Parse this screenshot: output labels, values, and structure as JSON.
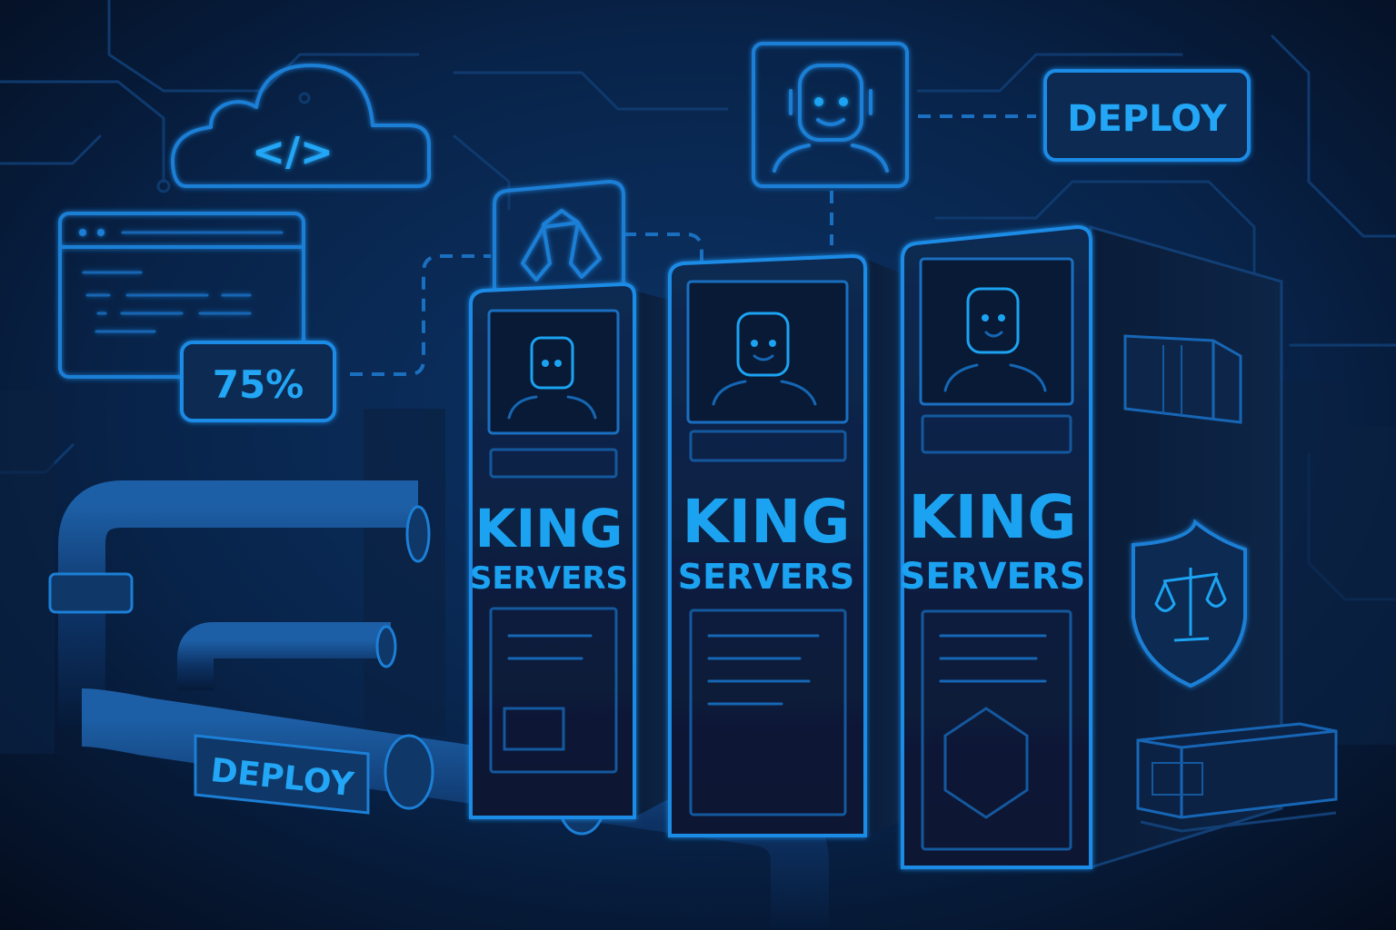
{
  "labels": {
    "progress_badge": "75%",
    "deploy_badge": "DEPLOY",
    "pipe_label": "DEPLOY",
    "cloud_code": "</>"
  },
  "progress": {
    "percent": 75
  },
  "servers": [
    {
      "brand": "KING",
      "subtitle": "SERVERS"
    },
    {
      "brand": "KING",
      "subtitle": "SERVERS"
    },
    {
      "brand": "KING",
      "subtitle": "SERVERS"
    }
  ],
  "icons": [
    "cloud-code-icon",
    "browser-window-icon",
    "robot-avatar-icon",
    "scales-icon",
    "shield-scales-icon",
    "container-icon",
    "crate-icon",
    "pipeline-icon"
  ],
  "colors": {
    "background": "#071731",
    "accent": "#1ba3f2",
    "line": "#1c7fd6",
    "server": "#0a1a33"
  }
}
